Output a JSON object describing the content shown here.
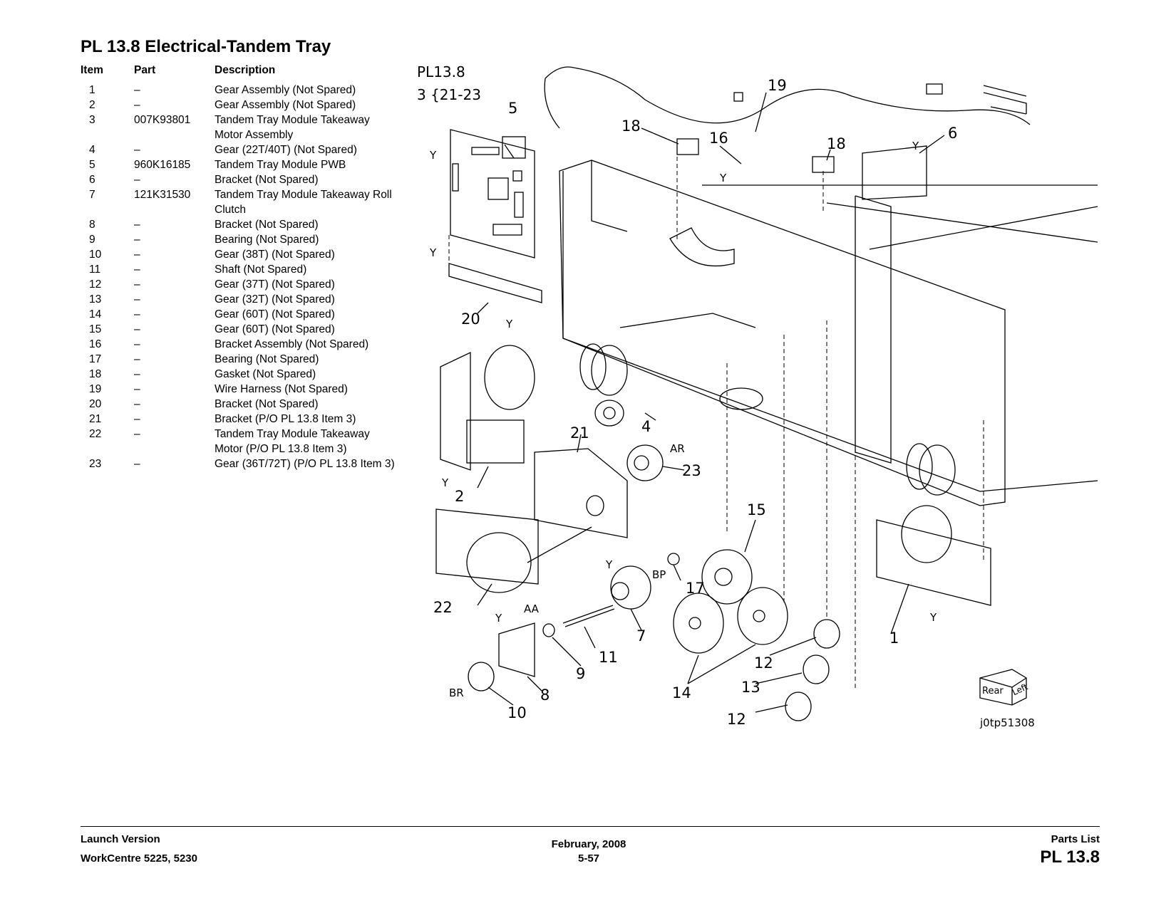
{
  "page": {
    "title": "PL 13.8 Electrical-Tandem Tray"
  },
  "table": {
    "headers": {
      "item": "Item",
      "part": "Part",
      "description": "Description"
    },
    "rows": [
      {
        "item": "1",
        "part": "–",
        "description": "Gear Assembly (Not Spared)"
      },
      {
        "item": "2",
        "part": "–",
        "description": "Gear Assembly (Not Spared)"
      },
      {
        "item": "3",
        "part": "007K93801",
        "description": "Tandem Tray Module Takeaway Motor Assembly"
      },
      {
        "item": "4",
        "part": "–",
        "description": "Gear (22T/40T) (Not Spared)"
      },
      {
        "item": "5",
        "part": "960K16185",
        "description": "Tandem Tray Module PWB"
      },
      {
        "item": "6",
        "part": "–",
        "description": "Bracket (Not Spared)"
      },
      {
        "item": "7",
        "part": "121K31530",
        "description": "Tandem Tray Module Takeaway Roll Clutch"
      },
      {
        "item": "8",
        "part": "–",
        "description": "Bracket (Not Spared)"
      },
      {
        "item": "9",
        "part": "–",
        "description": "Bearing (Not Spared)"
      },
      {
        "item": "10",
        "part": "–",
        "description": "Gear (38T) (Not Spared)"
      },
      {
        "item": "11",
        "part": "–",
        "description": "Shaft (Not Spared)"
      },
      {
        "item": "12",
        "part": "–",
        "description": "Gear (37T) (Not Spared)"
      },
      {
        "item": "13",
        "part": "–",
        "description": "Gear (32T) (Not Spared)"
      },
      {
        "item": "14",
        "part": "–",
        "description": "Gear (60T) (Not Spared)"
      },
      {
        "item": "15",
        "part": "–",
        "description": "Gear (60T) (Not Spared)"
      },
      {
        "item": "16",
        "part": "–",
        "description": "Bracket Assembly (Not Spared)"
      },
      {
        "item": "17",
        "part": "–",
        "description": "Bearing (Not Spared)"
      },
      {
        "item": "18",
        "part": "–",
        "description": "Gasket (Not Spared)"
      },
      {
        "item": "19",
        "part": "–",
        "description": "Wire Harness (Not Spared)"
      },
      {
        "item": "20",
        "part": "–",
        "description": "Bracket (Not Spared)"
      },
      {
        "item": "21",
        "part": "–",
        "description": "Bracket (P/O PL 13.8 Item 3)"
      },
      {
        "item": "22",
        "part": "–",
        "description": "Tandem Tray Module Takeaway Motor (P/O PL 13.8 Item 3)"
      },
      {
        "item": "23",
        "part": "–",
        "description": "Gear (36T/72T) (P/O PL 13.8 Item 3)"
      }
    ]
  },
  "diagram": {
    "header_line1": "PL13.8",
    "header_line2": "3 {21-23",
    "callouts": [
      "1",
      "2",
      "4",
      "5",
      "6",
      "7",
      "8",
      "9",
      "10",
      "11",
      "12",
      "12",
      "13",
      "14",
      "15",
      "16",
      "17",
      "18",
      "18",
      "19",
      "20",
      "21",
      "22",
      "23"
    ],
    "letter_marks": {
      "y": "Y",
      "ar": "AR",
      "bp": "BP",
      "aa": "AA",
      "br": "BR"
    },
    "orientation_rear": "Rear",
    "orientation_left": "Left",
    "figure_id": "j0tp51308"
  },
  "footer": {
    "left_line1": "Launch Version",
    "left_line2": "WorkCentre 5225, 5230",
    "center_line1": "February, 2008",
    "center_line2": "5-57",
    "right_line1": "Parts List",
    "right_line2": "PL 13.8"
  }
}
